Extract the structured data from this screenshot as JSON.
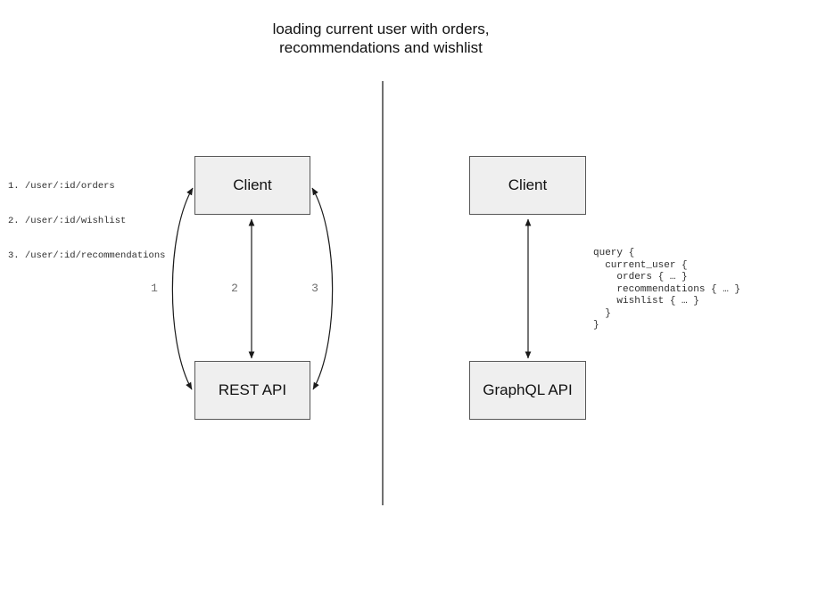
{
  "title": {
    "line1": "loading current user with orders,",
    "line2": "recommendations and wishlist"
  },
  "rest_panel": {
    "endpoints": [
      "1. /user/:id/orders",
      "2. /user/:id/wishlist",
      "3. /user/:id/recommendations"
    ],
    "client_label": "Client",
    "api_label": "REST API",
    "arrow_labels": [
      "1",
      "2",
      "3"
    ]
  },
  "graphql_panel": {
    "client_label": "Client",
    "api_label": "GraphQL API",
    "query_code": "query {\n  current_user {\n    orders { … }\n    recommendations { … }\n    wishlist { … }\n  }\n}"
  },
  "colors": {
    "box_fill": "#efefef",
    "box_border": "#575757",
    "arrow": "#1a1a1a",
    "divider": "#4d4d4d",
    "arrow_label_gray": "#6e6e6e",
    "heading_text": "#111111",
    "code_text": "#2e2e2e"
  }
}
